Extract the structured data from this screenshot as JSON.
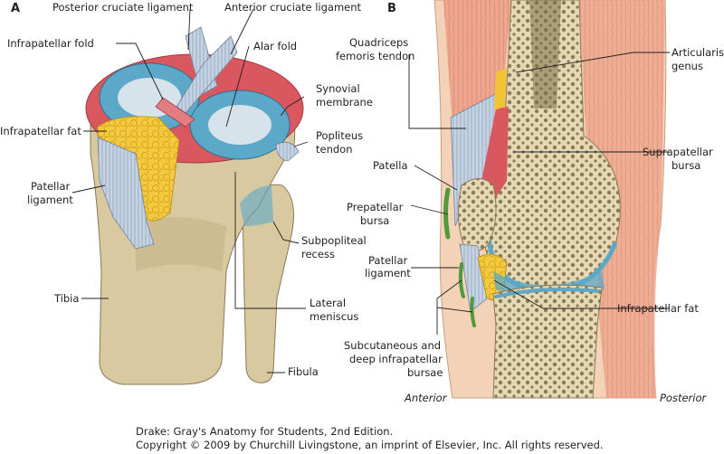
{
  "panels": {
    "a": "A",
    "b": "B"
  },
  "labels_a": {
    "posterior_cruciate": "Posterior cruciate ligament",
    "anterior_cruciate": "Anterior cruciate ligament",
    "infrapatellar_fold": "Infrapatellar fold",
    "alar_fold": "Alar fold",
    "synovial_membrane_1": "Synovial",
    "synovial_membrane_2": "membrane",
    "infrapatellar_fat": "Infrapatellar fat",
    "popliteus_1": "Popliteus",
    "popliteus_2": "tendon",
    "patellar_ligament_1": "Patellar",
    "patellar_ligament_2": "ligament",
    "subpopliteal_1": "Subpopliteal",
    "subpopliteal_2": "recess",
    "tibia": "Tibia",
    "lateral_meniscus_1": "Lateral",
    "lateral_meniscus_2": "meniscus",
    "fibula": "Fibula"
  },
  "labels_b": {
    "quadriceps_1": "Quadriceps",
    "quadriceps_2": "femoris tendon",
    "articularis_1": "Articularis",
    "articularis_2": "genus",
    "patella": "Patella",
    "suprapatellar_1": "Suprapatellar",
    "suprapatellar_2": "bursa",
    "prepatellar_1": "Prepatellar",
    "prepatellar_2": "bursa",
    "patellar_ligament_1": "Patellar",
    "patellar_ligament_2": "ligament",
    "infrapatellar_fat": "Infrapatellar fat",
    "subcutaneous_1": "Subcutaneous and",
    "subcutaneous_2": "deep infrapatellar",
    "subcutaneous_3": "bursae",
    "anterior": "Anterior",
    "posterior": "Posterior"
  },
  "credit": {
    "line1": "Drake: Gray's Anatomy for Students, 2nd Edition.",
    "line2": "Copyright © 2009 by Churchill Livingstone, an imprint of Elsevier, Inc. All rights reserved."
  },
  "colors": {
    "bone": "#d9c9a0",
    "bone_dark": "#bfae82",
    "cartilage": "#5ba8c8",
    "synovium": "#d9575f",
    "fat": "#f2c335",
    "tendon": "#b7c6d8",
    "muscle": "#e9a08a",
    "skin": "#f3d2b8",
    "bursa": "#4f9a3a"
  }
}
